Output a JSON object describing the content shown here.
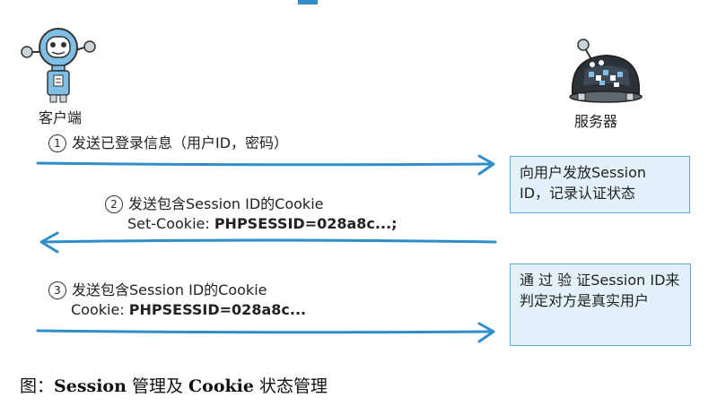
{
  "actors": {
    "client": "客户端",
    "server": "服务器"
  },
  "steps": [
    {
      "num": "1",
      "text": "发送已登录信息（用户ID，密码）",
      "subtext_prefix": "",
      "subtext_value": ""
    },
    {
      "num": "2",
      "text": "发送包含Session ID的Cookie",
      "subtext_prefix": "Set-Cookie: ",
      "subtext_value": "PHPSESSID=028a8c...;"
    },
    {
      "num": "3",
      "text": "发送包含Session ID的Cookie",
      "subtext_prefix": "Cookie: ",
      "subtext_value": "PHPSESSID=028a8c..."
    }
  ],
  "server_boxes": [
    {
      "text": "向用户发放Session ID，记录认证状态"
    },
    {
      "text": "通 过 验 证Session ID来判定对方是真实用户"
    }
  ],
  "caption": {
    "prefix": "图：",
    "bold1": "Session",
    "mid": " 管理及 ",
    "bold2": "Cookie",
    "suffix": " 状态管理"
  },
  "colors": {
    "arrow": "#2f8ec9",
    "box_fill": "#e3f1fb",
    "box_border": "#5aa9dc"
  }
}
